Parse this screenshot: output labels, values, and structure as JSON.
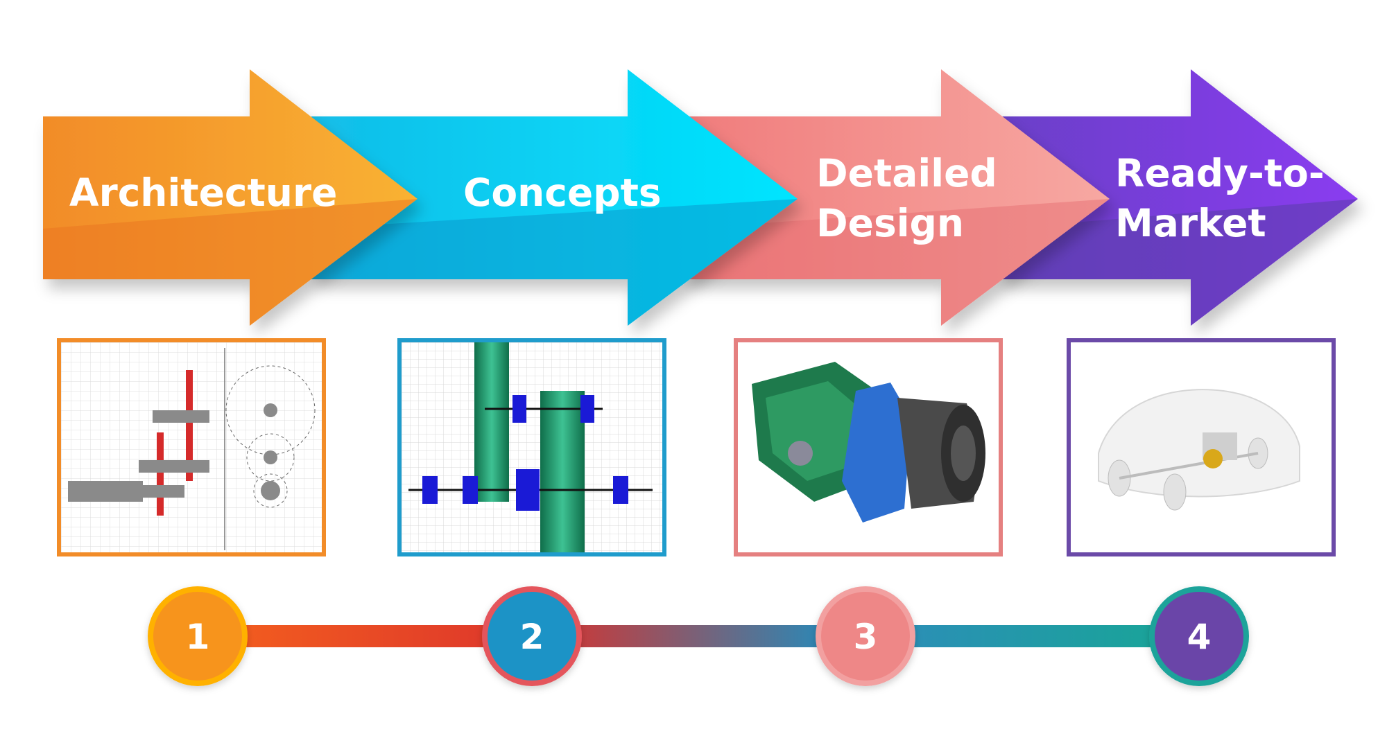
{
  "stages": [
    {
      "lines": [
        "Architecture"
      ],
      "number": "1",
      "image": "transmission-architecture-schematic",
      "colors": {
        "main": "#f28c28",
        "light": "#f9b233",
        "dark": "#e9731f",
        "frame": "#f28c28",
        "circle": "#f7941d",
        "ring": "#ffb100"
      }
    },
    {
      "lines": [
        "Concepts"
      ],
      "number": "2",
      "image": "gear-concept-layout",
      "colors": {
        "main": "#13bde8",
        "light": "#00e5ff",
        "dark": "#0a93c9",
        "frame": "#1f9ccc",
        "circle": "#1a93c6",
        "ring": "#e4555c"
      }
    },
    {
      "lines": [
        "Detailed",
        "Design"
      ],
      "number": "3",
      "image": "gearbox-3d-model",
      "colors": {
        "main": "#f07c7c",
        "light": "#f7a8a2",
        "dark": "#e56a6f",
        "frame": "#e58080",
        "circle": "#ee8787",
        "ring": "#f2a0a0"
      }
    },
    {
      "lines": [
        "Ready-to-",
        "Market"
      ],
      "number": "4",
      "image": "vehicle-drivetrain-integration",
      "colors": {
        "main": "#6a3fc8",
        "light": "#8a3df0",
        "dark": "#5a3ea8",
        "frame": "#6b4aa8",
        "circle": "#6a45a8",
        "ring": "#1aa39a"
      }
    }
  ],
  "connectors": [
    {
      "from": "#f25c1f",
      "to": "#e03b2a"
    },
    {
      "from": "#c83a3a",
      "to": "#2f86b3"
    },
    {
      "from": "#2b8fb6",
      "to": "#1aa39a"
    }
  ]
}
